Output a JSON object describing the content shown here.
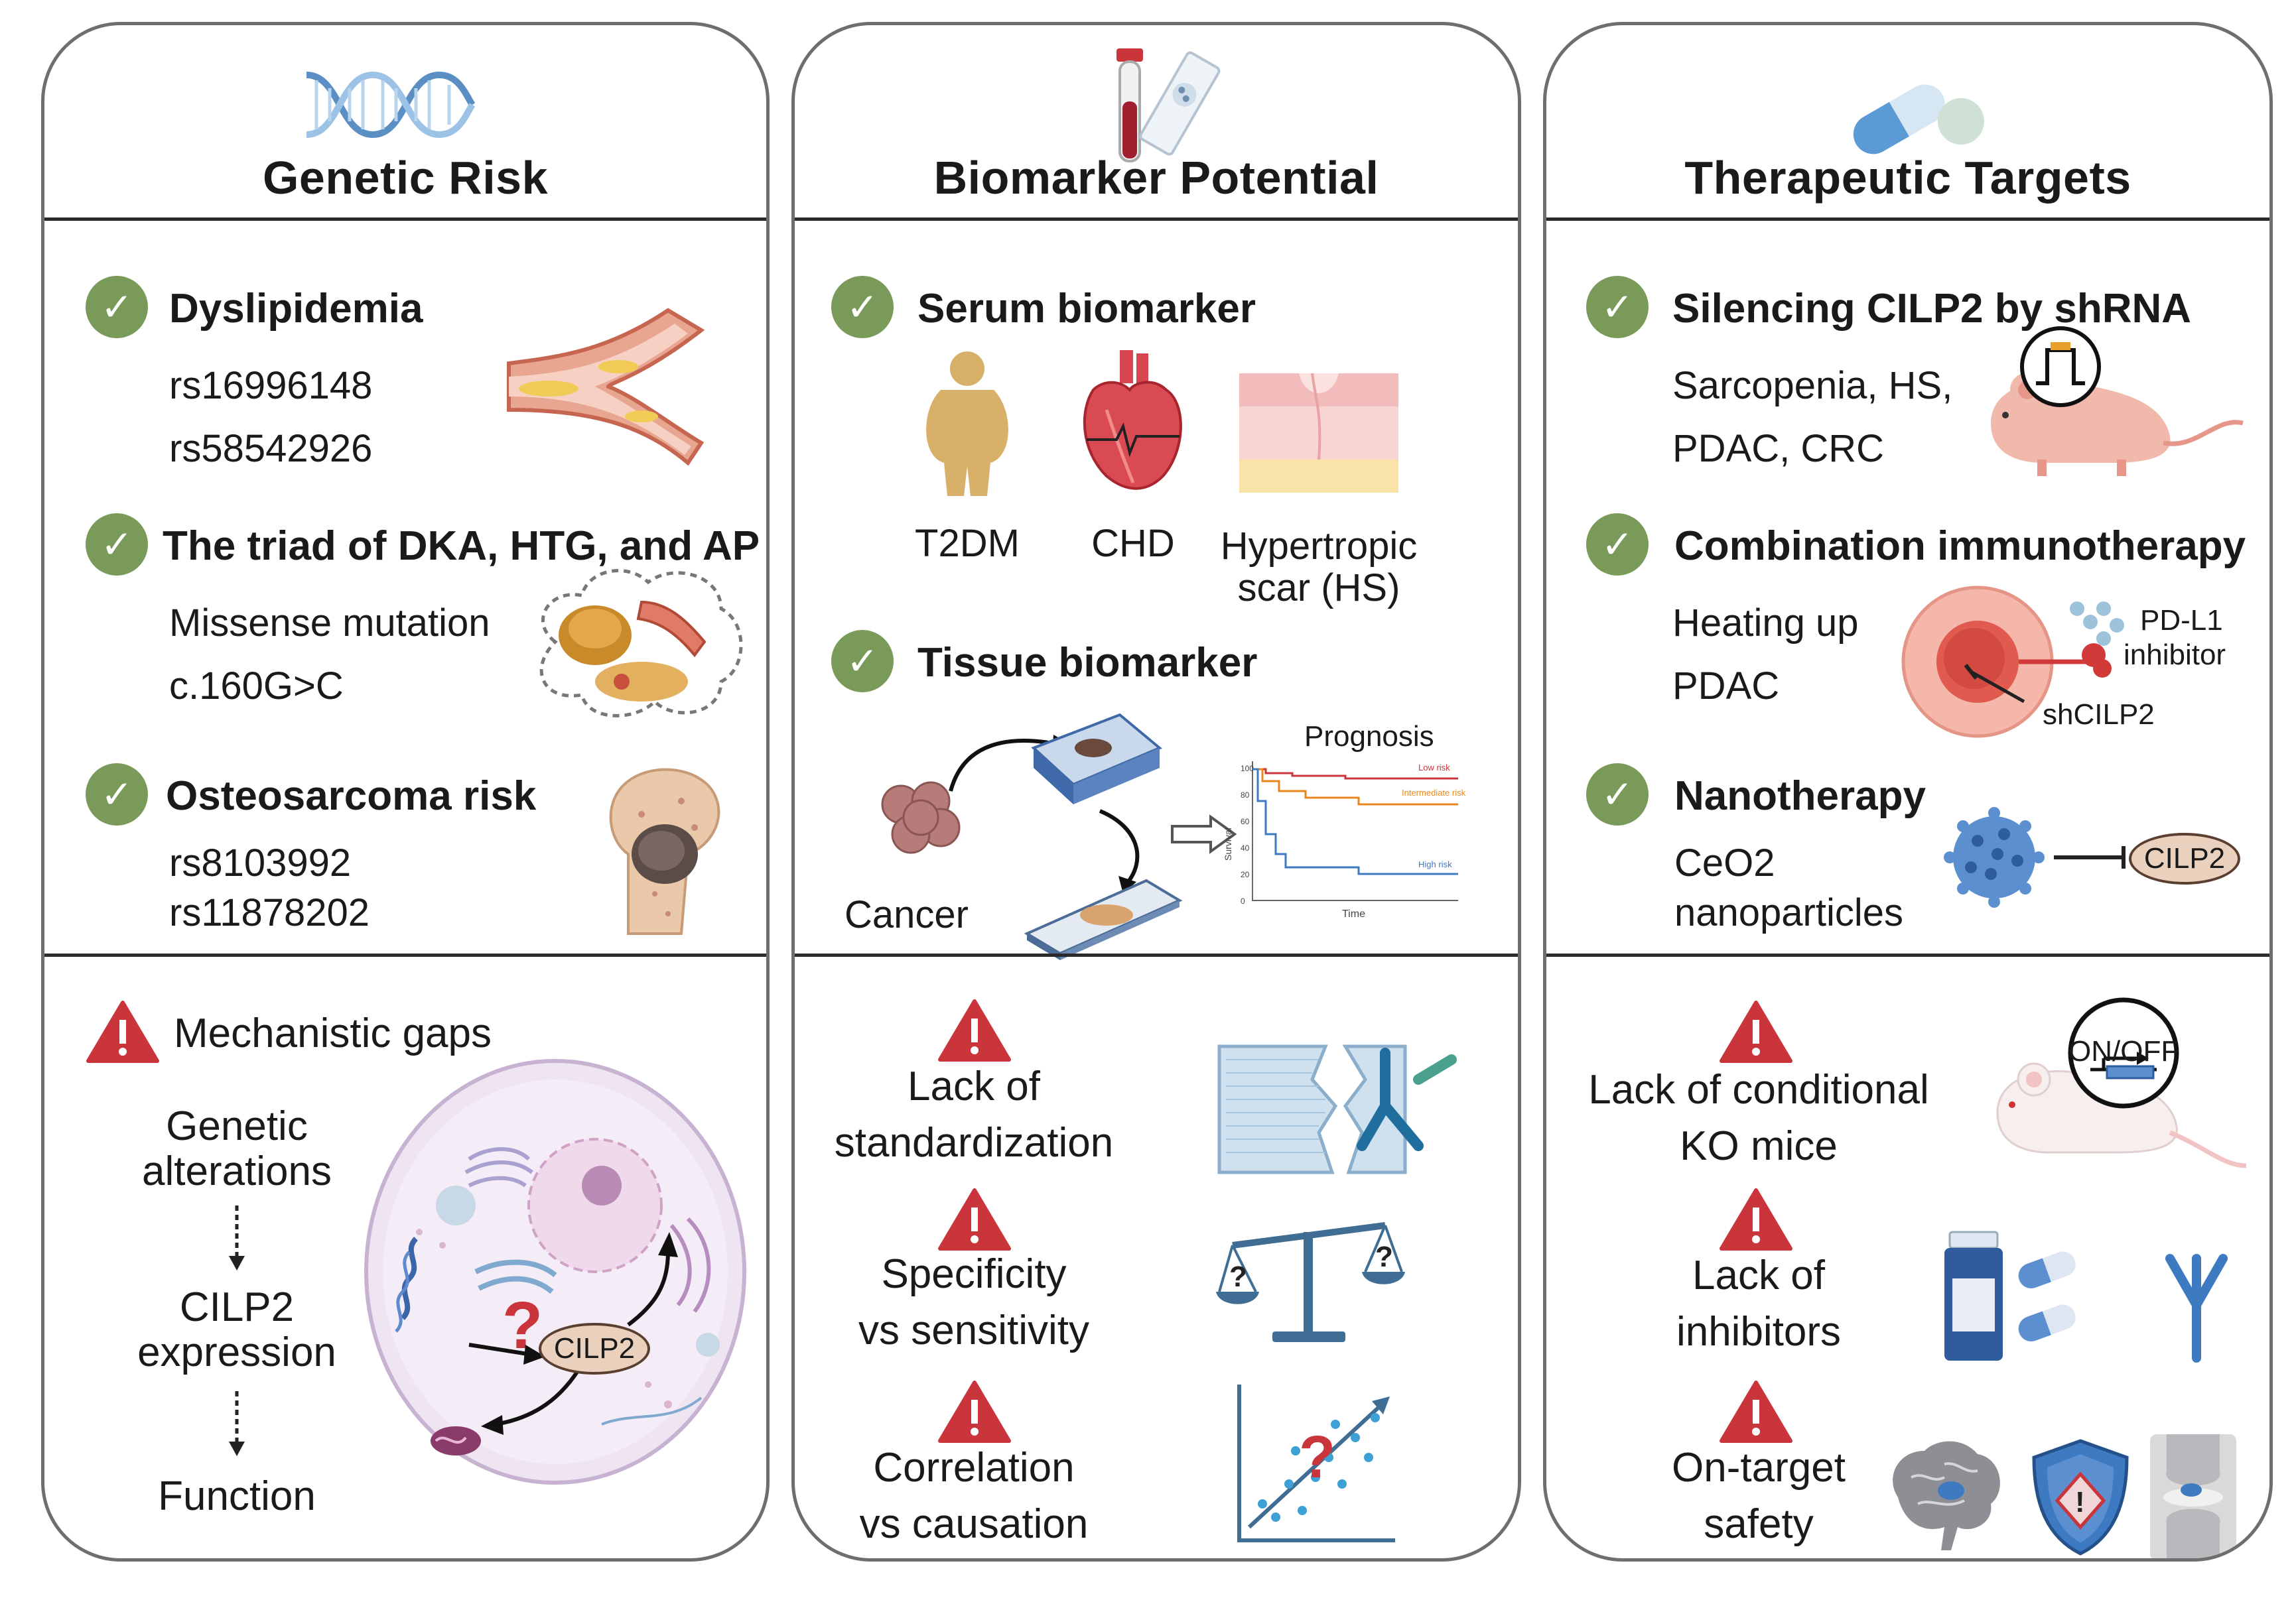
{
  "panels": {
    "genetic": {
      "title": "Genetic Risk",
      "items": [
        {
          "heading": "Dyslipidemia",
          "lines": [
            "rs16996148",
            "rs58542926"
          ]
        },
        {
          "heading": "The triad of DKA, HTG, and AP",
          "lines": [
            "Missense mutation",
            "c.160G>C"
          ]
        },
        {
          "heading": "Osteosarcoma risk",
          "lines": [
            "rs8103992",
            "rs11878202"
          ]
        }
      ],
      "gap_title": "Mechanistic gaps",
      "flow": [
        "Genetic",
        "alterations",
        "CILP2",
        "expression",
        "Function"
      ],
      "cell_label": "CILP2"
    },
    "biomarker": {
      "title": "Biomarker Potential",
      "serum": {
        "heading": "Serum biomarker",
        "labels": [
          "T2DM",
          "CHD",
          "Hypertropic",
          "scar (HS)"
        ]
      },
      "tissue": {
        "heading": "Tissue biomarker",
        "cancer_label": "Cancer",
        "prognosis_label": "Prognosis",
        "risk_labels": [
          "Low risk",
          "Intermediate risk",
          "High risk"
        ],
        "x_axis": "Time",
        "y_axis": "Survival",
        "y_ticks": [
          "100",
          "80",
          "60",
          "40",
          "20",
          "0"
        ]
      },
      "gaps": [
        {
          "line1": "Lack of",
          "line2": "standardization"
        },
        {
          "line1": "Specificity",
          "line2": "vs sensitivity"
        },
        {
          "line1": "Correlation",
          "line2": "vs causation"
        }
      ]
    },
    "therapeutic": {
      "title": "Therapeutic Targets",
      "items": [
        {
          "heading": "Silencing CILP2 by shRNA",
          "lines": [
            "Sarcopenia, HS,",
            "PDAC, CRC"
          ]
        },
        {
          "heading": "Combination immunotherapy",
          "lines": [
            "Heating up",
            "PDAC"
          ]
        },
        {
          "heading": "Nanotherapy",
          "lines": [
            "CeO2",
            "nanoparticles"
          ]
        }
      ],
      "immuno_labels": {
        "pdl1": "PD-L1",
        "inhibitor": "inhibitor",
        "sh": "shCILP2"
      },
      "nano_target": "CILP2",
      "switch_label": "ON/OFF",
      "gaps": [
        {
          "line1": "Lack of conditional",
          "line2": "KO mice"
        },
        {
          "line1": "Lack of",
          "line2": "inhibitors"
        },
        {
          "line1": "On-target",
          "line2": "safety"
        }
      ]
    }
  },
  "colors": {
    "check": "#7a9a5a",
    "warning": "#c9353b",
    "border": "#6e6e6e"
  }
}
